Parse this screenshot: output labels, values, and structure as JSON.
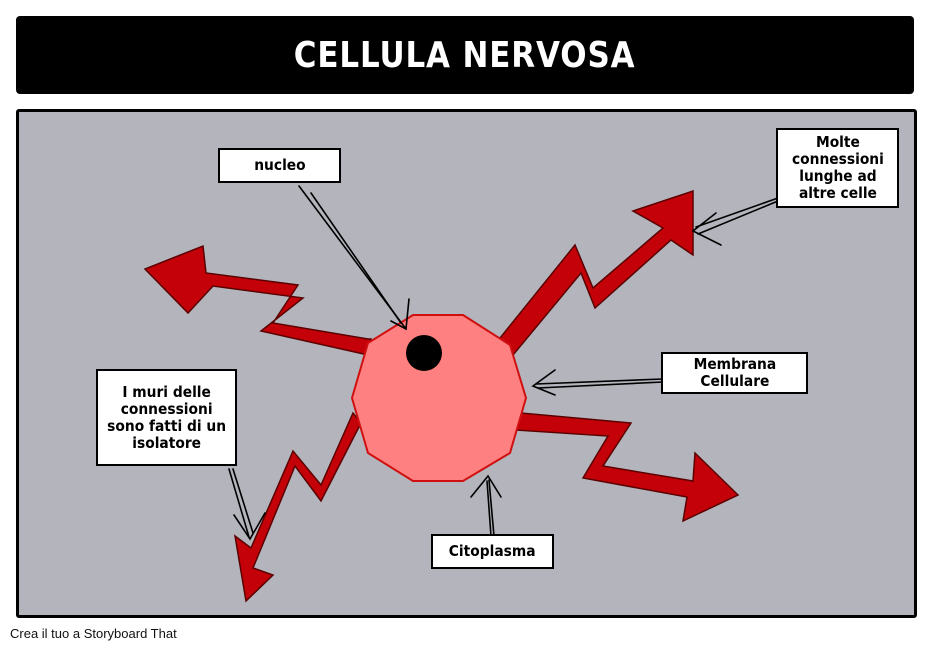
{
  "title": "CELLULA NERVOSA",
  "labels": {
    "nucleus": "nucleo",
    "long_connections": "Molte\nconnessioni\nlunghe ad\naltre celle",
    "membrane": "Membrana\nCellulare",
    "walls": "I muri delle\nconnessioni\nsono fatti di un\nisolatore",
    "cytoplasm": "Citoplasma"
  },
  "footer": "Crea il tuo a Storyboard That",
  "colors": {
    "title_bg": "#000000",
    "panel_bg": "#b3b4bc",
    "arrow_red": "#c40008",
    "cell_fill": "#ff8080",
    "cell_border": "#d01010",
    "nucleus_dot": "#000000"
  }
}
